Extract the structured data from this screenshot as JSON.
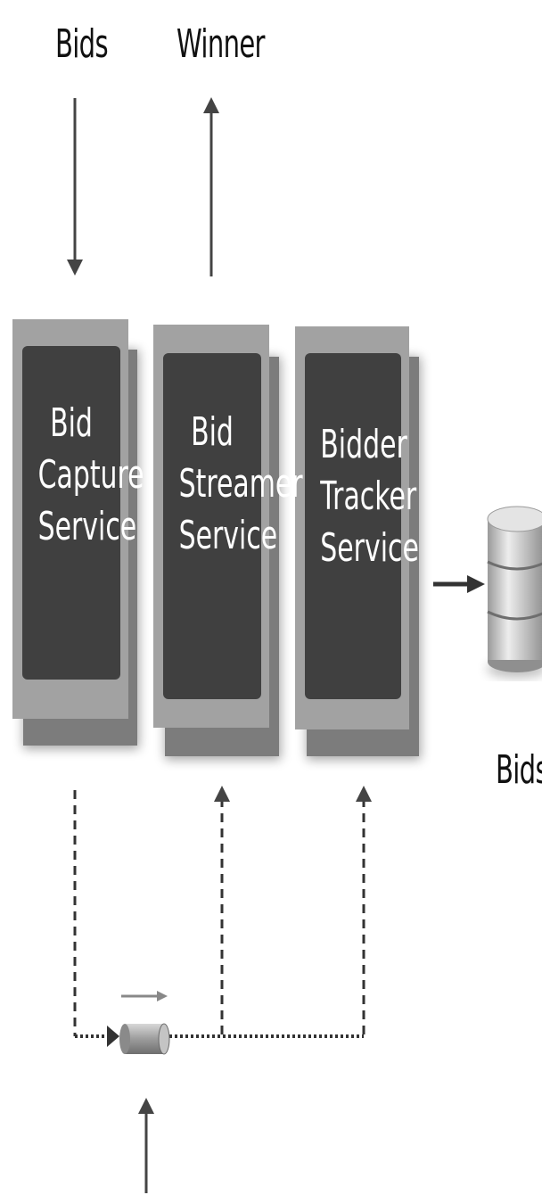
{
  "labels": {
    "bids_in": "Bids",
    "winner": "Winner",
    "bids_store": "Bids"
  },
  "services": [
    {
      "lines": [
        "Bid",
        "Capture",
        "Service"
      ]
    },
    {
      "lines": [
        "Bid",
        "Streamer",
        "Service"
      ]
    },
    {
      "lines": [
        "Bidder",
        "Tracker",
        "Service"
      ]
    }
  ],
  "icons": {
    "database": "database-icon",
    "queue": "queue-icon"
  }
}
